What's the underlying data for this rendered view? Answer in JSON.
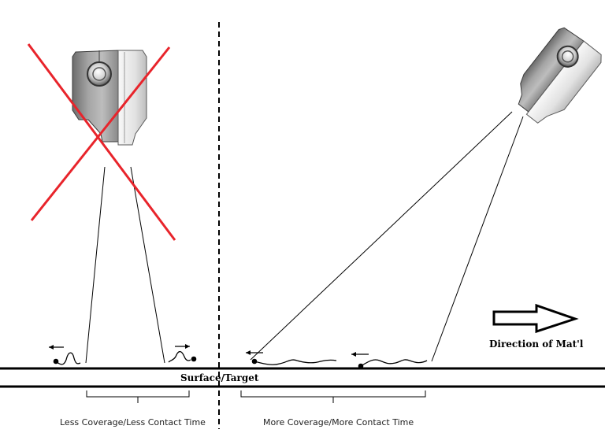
{
  "labels": {
    "surface": "Surface/Target",
    "direction": "Direction of Mat'l",
    "left_caption": "Less Coverage/Less Contact Time",
    "right_caption": "More Coverage/More Contact Time"
  },
  "icons": {
    "nozzle": "spray-nozzle-icon",
    "reject": "red-x-icon",
    "arrow": "block-arrow-right-icon",
    "debris": "particle-with-arrow-icon"
  },
  "colors": {
    "reject_x": "#e8242b",
    "line": "#000000",
    "nozzle_body": "#8e8e8e",
    "nozzle_light": "#f2f2f2"
  }
}
